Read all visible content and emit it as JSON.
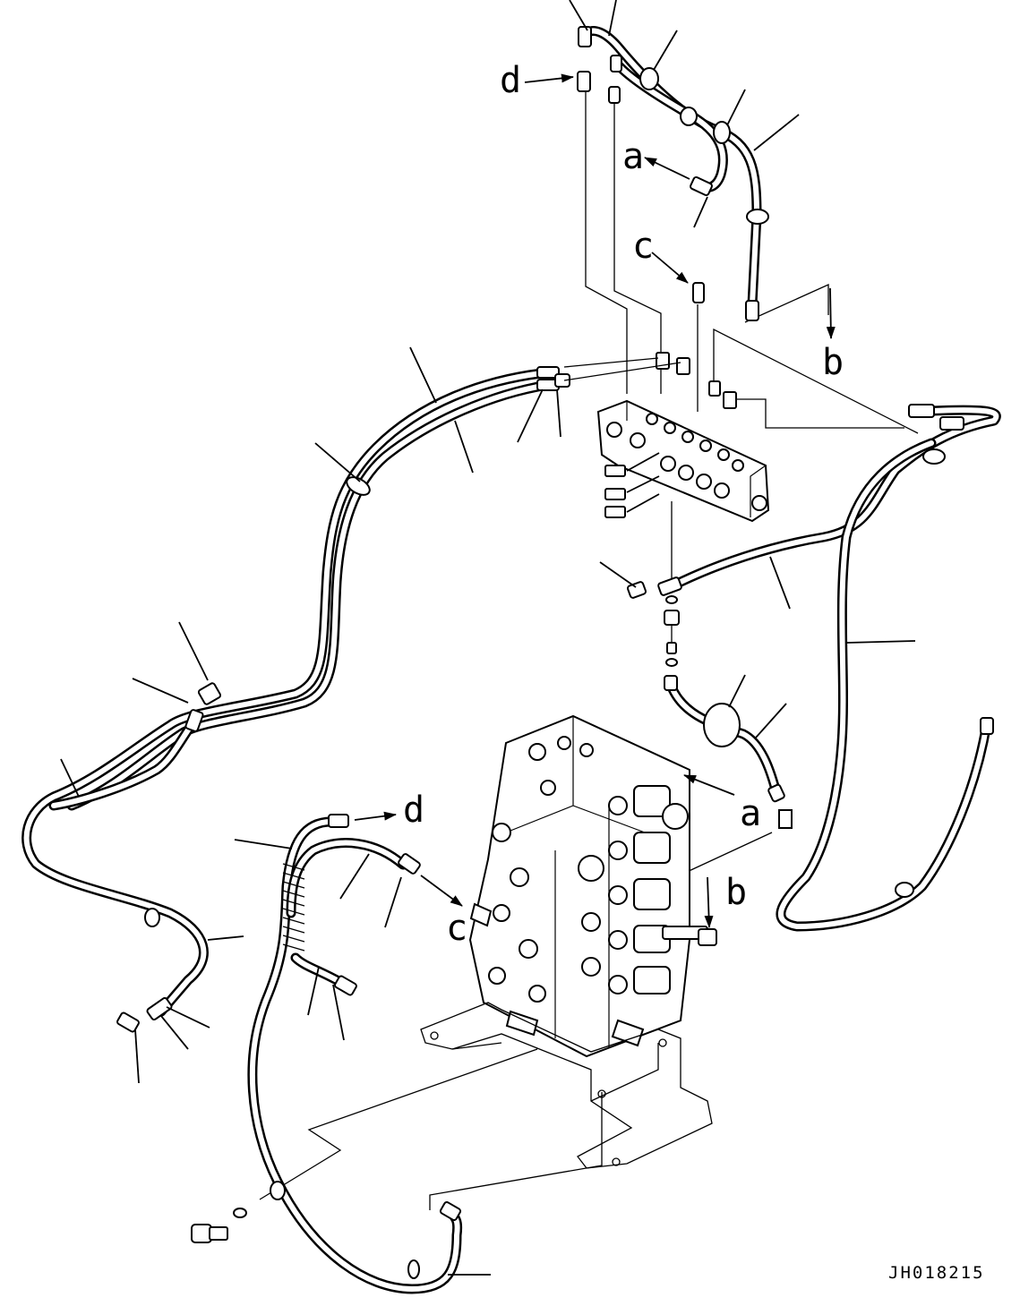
{
  "drawing": {
    "code": "JH018215",
    "connection_labels": {
      "a": "a",
      "b": "b",
      "c": "c",
      "d": "d"
    }
  }
}
